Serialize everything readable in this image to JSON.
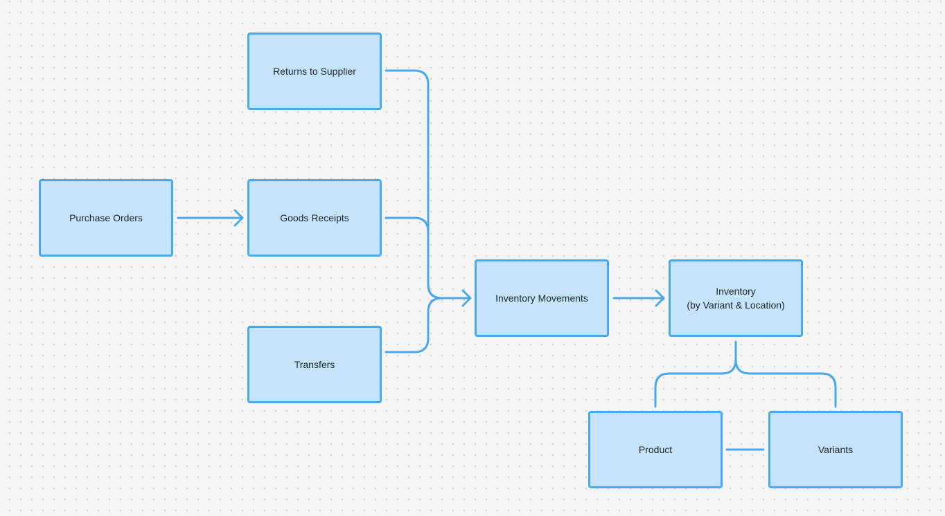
{
  "diagram": {
    "nodes": {
      "returns_to_supplier": "Returns to Supplier",
      "purchase_orders": "Purchase Orders",
      "goods_receipts": "Goods Receipts",
      "transfers": "Transfers",
      "inventory_movements": "Inventory Movements",
      "inventory_line1": "Inventory",
      "inventory_line2": "(by Variant & Location)",
      "product": "Product",
      "variants": "Variants"
    },
    "edges": [
      {
        "from": "Purchase Orders",
        "to": "Goods Receipts",
        "arrow": true
      },
      {
        "from": "Returns to Supplier",
        "to": "Inventory Movements",
        "arrow": true
      },
      {
        "from": "Goods Receipts",
        "to": "Inventory Movements",
        "arrow": true
      },
      {
        "from": "Transfers",
        "to": "Inventory Movements",
        "arrow": true
      },
      {
        "from": "Inventory Movements",
        "to": "Inventory (by Variant & Location)",
        "arrow": true
      },
      {
        "from": "Inventory (by Variant & Location)",
        "to": "Product",
        "arrow": false
      },
      {
        "from": "Inventory (by Variant & Location)",
        "to": "Variants",
        "arrow": false
      },
      {
        "from": "Product",
        "to": "Variants",
        "arrow": false
      }
    ],
    "colors": {
      "node_fill": "#c5e4fb",
      "node_border": "#4aa8ee",
      "connector": "#4aa8ee",
      "background": "#f5f5f5"
    }
  }
}
